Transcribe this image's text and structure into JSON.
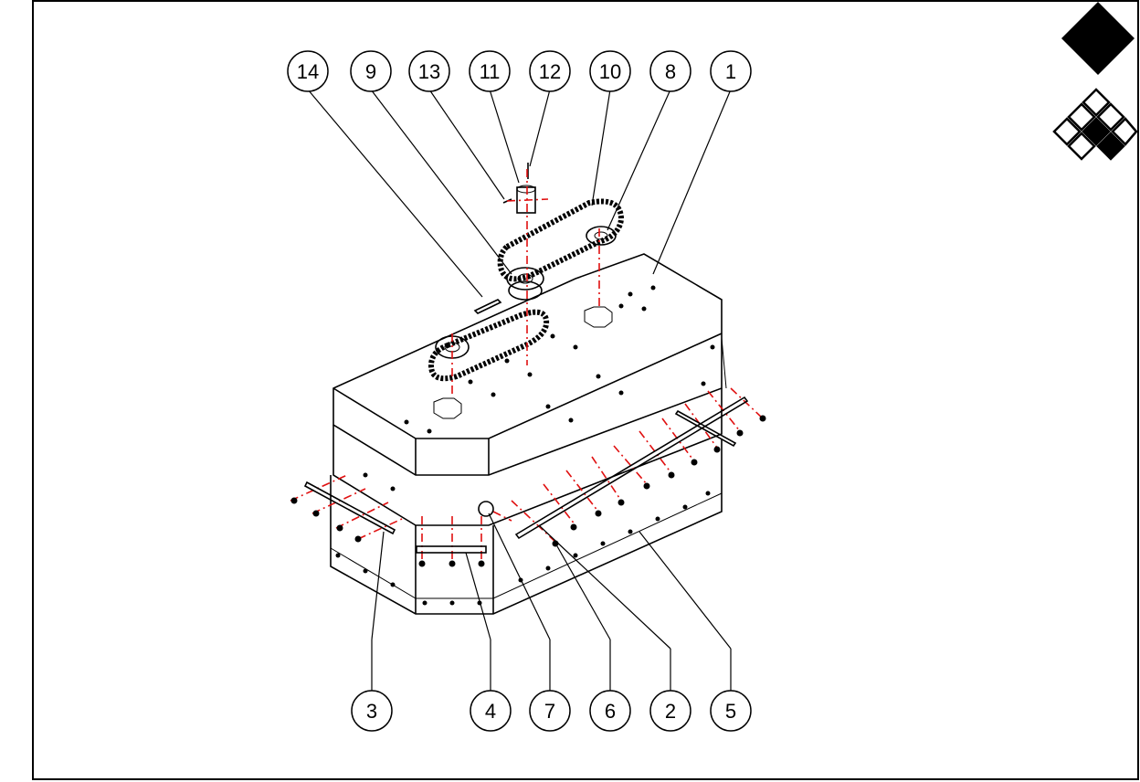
{
  "callouts": [
    {
      "id": "14",
      "label": "14"
    },
    {
      "id": "9",
      "label": "9"
    },
    {
      "id": "13",
      "label": "13"
    },
    {
      "id": "11",
      "label": "11"
    },
    {
      "id": "12",
      "label": "12"
    },
    {
      "id": "10",
      "label": "10"
    },
    {
      "id": "8",
      "label": "8"
    },
    {
      "id": "1",
      "label": "1"
    },
    {
      "id": "3",
      "label": "3"
    },
    {
      "id": "4",
      "label": "4"
    },
    {
      "id": "7",
      "label": "7"
    },
    {
      "id": "6",
      "label": "6"
    },
    {
      "id": "2",
      "label": "2"
    },
    {
      "id": "5",
      "label": "5"
    }
  ],
  "colors": {
    "lines": "#000000",
    "axis": "#e01010",
    "background": "#ffffff"
  },
  "icons": [
    "company-logo-icon"
  ]
}
